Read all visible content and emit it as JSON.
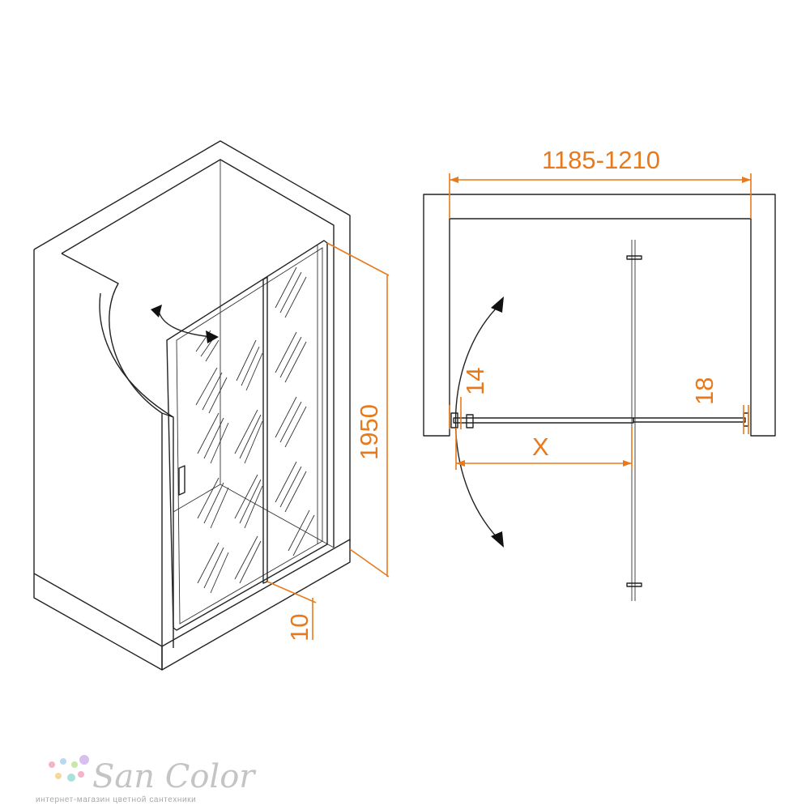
{
  "dimensions": {
    "opening_width": "1185-1210",
    "height": "1950",
    "threshold": "10",
    "left_profile": "14",
    "right_profile": "18",
    "x_label": "X"
  },
  "logo": {
    "name": "SanColor",
    "tagline": "интернет-магазин цветной сантехники",
    "dot_colors": [
      "#f4b3c7",
      "#b9d9f2",
      "#c9e7a8",
      "#f7d79a",
      "#d6c1ee",
      "#a8e0dc"
    ]
  },
  "colors": {
    "dimension": "#e87a1c",
    "line": "#222222"
  }
}
